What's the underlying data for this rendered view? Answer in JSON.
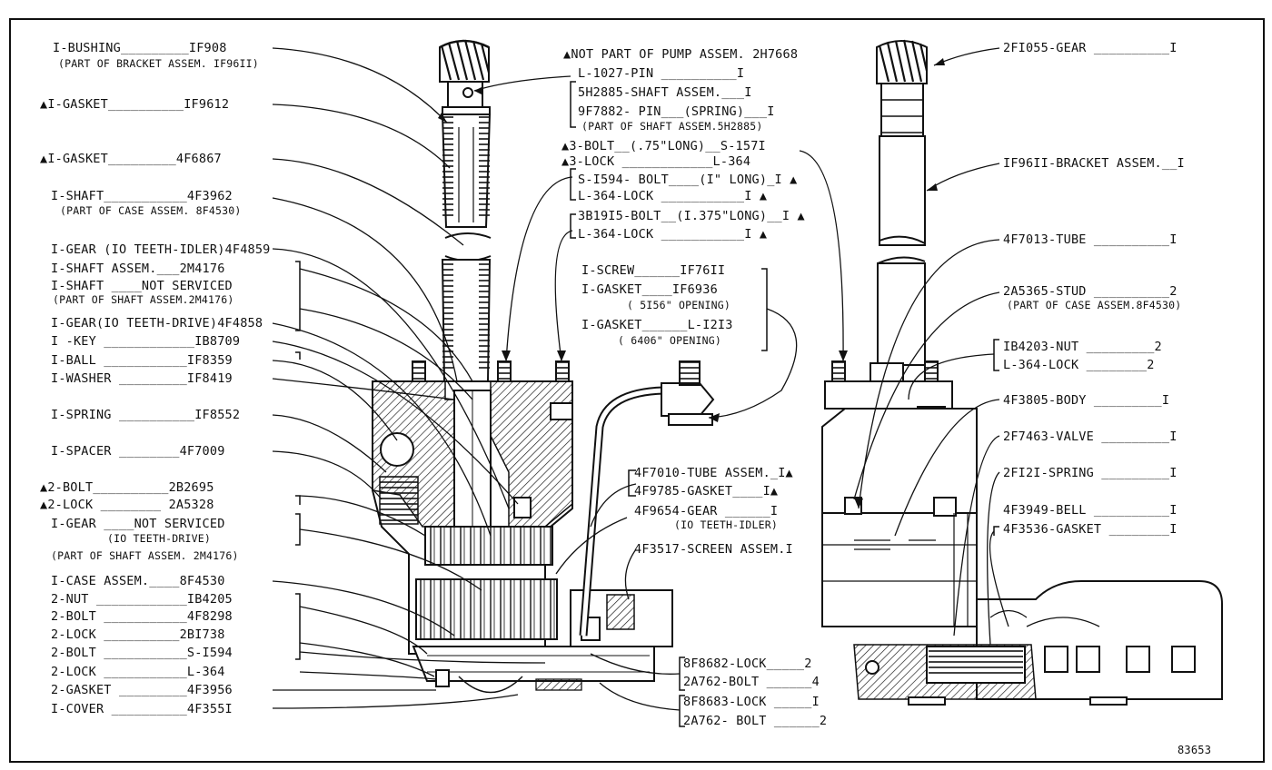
{
  "left_labels": [
    "I-BUSHING_________IF908",
    "▲I-GASKET__________IF9612",
    "▲I-GASKET_________4F6867",
    "I-SHAFT___________4F3962",
    "I-GEAR (IO TEETH-IDLER)4F4859",
    "I-SHAFT ASSEM.___2M4176",
    "I-SHAFT ____NOT SERVICED",
    "I-GEAR(IO TEETH-DRIVE)4F4858",
    "I -KEY ____________IB8709",
    "I-BALL ___________IF8359",
    "I-WASHER _________IF8419",
    "I-SPRING __________IF8552",
    "I-SPACER ________4F7009",
    "▲2-BOLT__________2B2695",
    "▲2-LOCK ________ 2A5328",
    "I-GEAR ____NOT SERVICED",
    "I-CASE ASSEM.____8F4530",
    "2-NUT ____________IB4205",
    "2-BOLT ___________4F8298",
    "2-LOCK __________2BI738",
    "2-BOLT ___________S-I594",
    "2-LOCK ___________L-364",
    "2-GASKET _________4F3956",
    "I-COVER __________4F355I"
  ],
  "left_sublabels": [
    "(PART OF BRACKET ASSEM. IF96II)",
    "(PART OF CASE ASSEM. 8F4530)",
    "(PART OF SHAFT ASSEM.2M4176)",
    "(IO TEETH-DRIVE)",
    "(PART OF SHAFT ASSEM. 2M4176)"
  ],
  "center_labels": [
    "▲NOT PART OF PUMP ASSEM. 2H7668",
    "L-1027-PIN __________I",
    "5H2885-SHAFT ASSEM.___I",
    "9F7882- PIN___(SPRING)___I",
    "(PART OF SHAFT ASSEM.5H2885)",
    "▲3-BOLT__(.75\"LONG)__S-157I",
    "▲3-LOCK ____________L-364",
    "S-I594- BOLT____(I\" LONG)_I ▲",
    "L-364-LOCK ___________I ▲",
    "3B19I5-BOLT__(I.375\"LONG)__I ▲",
    "L-364-LOCK ___________I ▲",
    "I-SCREW______IF76II",
    "I-GASKET____IF6936",
    "( 5I56\" OPENING)",
    "I-GASKET______L-I2I3",
    "( 6406\" OPENING)",
    "4F7010-TUBE ASSEM._I▲",
    "4F9785-GASKET____I▲",
    "4F9654-GEAR ______I",
    "(IO TEETH-IDLER)",
    "4F3517-SCREEN ASSEM.I",
    "8F8682-LOCK_____2",
    "2A762-BOLT ______4",
    "8F8683-LOCK _____I",
    "2A762- BOLT ______2"
  ],
  "right_labels": [
    "2FI055-GEAR __________I",
    "IF96II-BRACKET ASSEM.__I",
    "4F7013-TUBE __________I",
    "2A5365-STUD __________2",
    "(PART OF CASE ASSEM.8F4530)",
    "IB4203-NUT _________2",
    "L-364-LOCK ________2",
    "4F3805-BODY _________I",
    "2F7463-VALVE _________I",
    "2FI2I-SPRING _________I",
    "4F3949-BELL __________I",
    "4F3536-GASKET ________I"
  ],
  "figure_number": "83653"
}
